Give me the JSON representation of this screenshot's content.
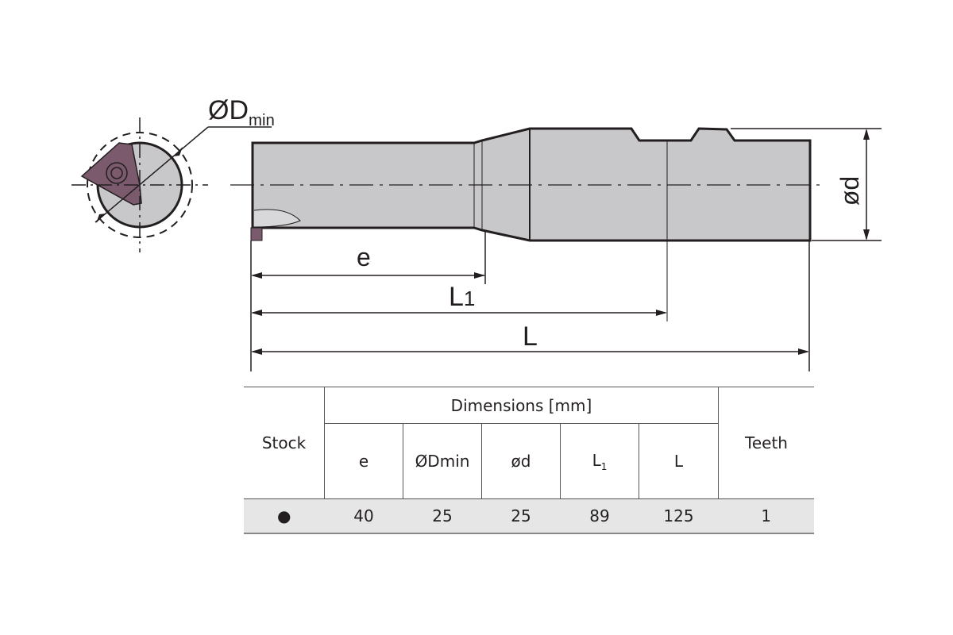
{
  "drawing": {
    "labels": {
      "dmin_main": "ØD",
      "dmin_sub": "min",
      "d": "ød",
      "e": "e",
      "l1_main": "L",
      "l1_sub": "1",
      "l": "L"
    },
    "colors": {
      "body": "#c8c8ca",
      "insert": "#7a5a6c",
      "outline": "#231f20"
    }
  },
  "table": {
    "stock_header": "Stock",
    "dimensions_header": "Dimensions [mm]",
    "teeth_header": "Teeth",
    "columns": {
      "e": "e",
      "dmin": "ØDmin",
      "d": "ød",
      "l1_main": "L",
      "l1_sub": "1",
      "l": "L"
    },
    "row": {
      "stock": "●",
      "e": "40",
      "dmin": "25",
      "d": "25",
      "l1": "89",
      "l": "125",
      "teeth": "1"
    }
  }
}
